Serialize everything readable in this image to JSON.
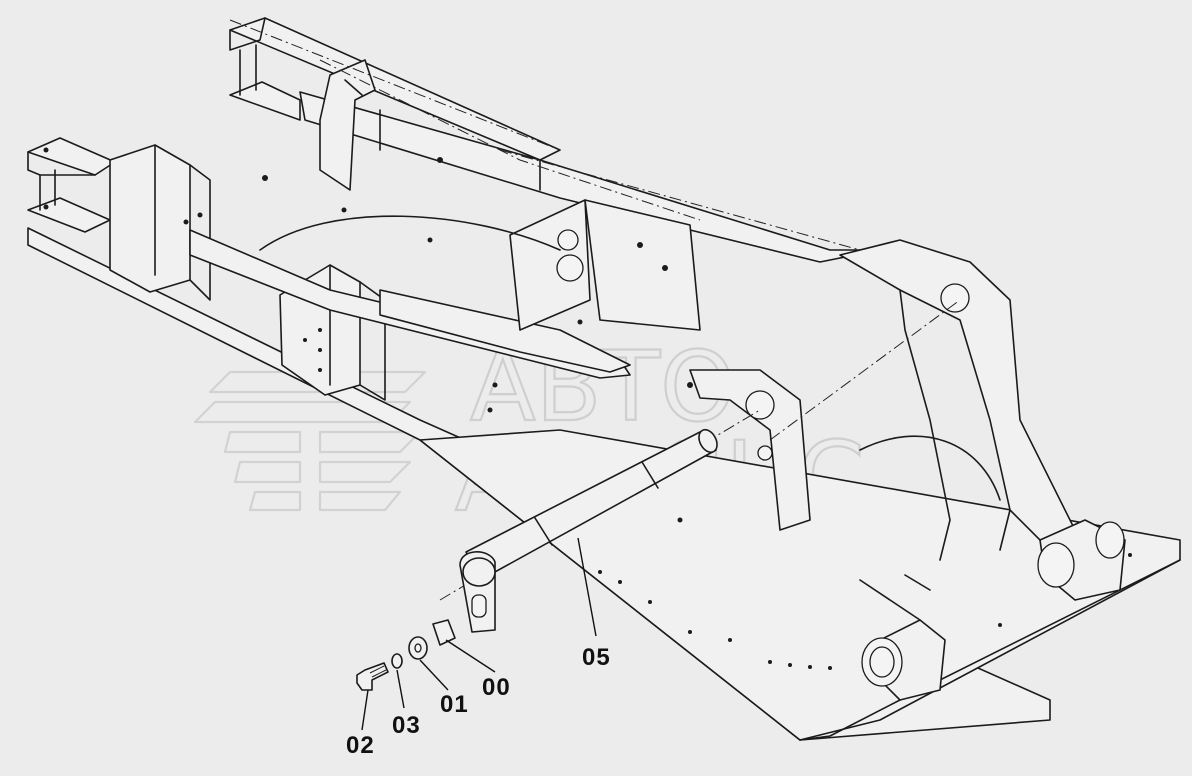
{
  "watermark": {
    "line1": "АВТО",
    "line2": "АЛЬЯНС"
  },
  "callouts": [
    {
      "id": "part-00",
      "label": "00"
    },
    {
      "id": "part-01",
      "label": "01"
    },
    {
      "id": "part-02",
      "label": "02"
    },
    {
      "id": "part-03",
      "label": "03"
    },
    {
      "id": "part-05",
      "label": "05"
    }
  ]
}
